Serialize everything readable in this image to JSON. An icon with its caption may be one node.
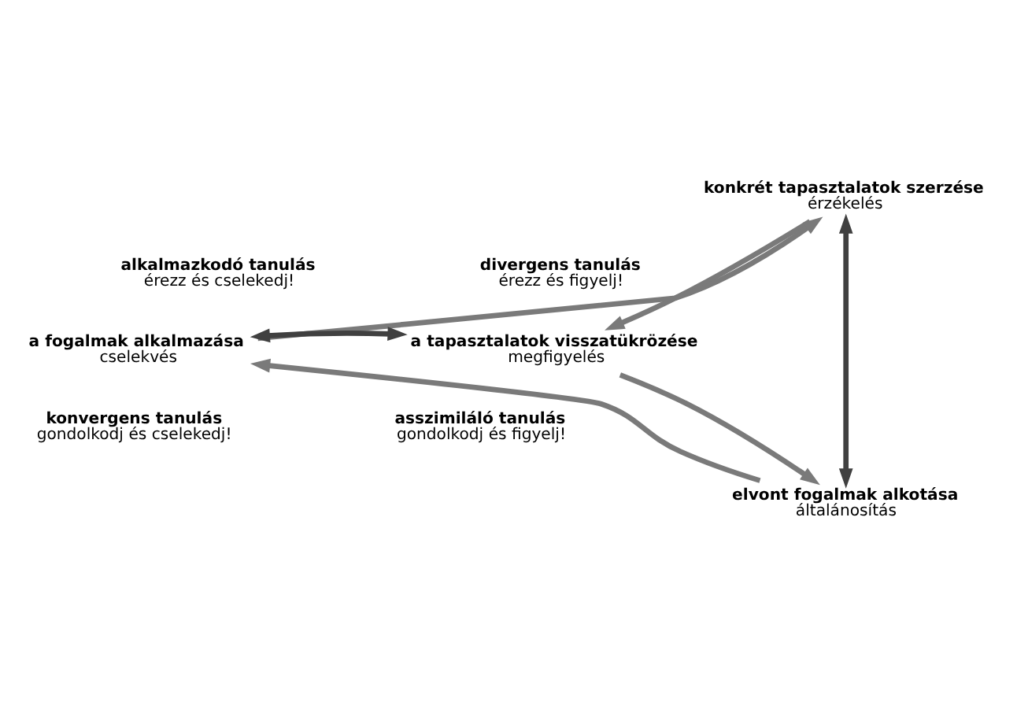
{
  "diagram": {
    "nodes": [
      {
        "text": [
          "konkrét tapasztalatok szerzése",
          "érzékelés"
        ]
      },
      {
        "text": [
          "alkalmazkodó tanulás",
          "érezz és cselekedj!"
        ]
      },
      {
        "text": [
          "divergens tanulás",
          "érezz és figyelj!"
        ]
      },
      {
        "text": [
          "a fogalmak alkalmazása",
          "cselekvés"
        ]
      },
      {
        "text": [
          "a tapasztalatok visszatükrözése",
          "megfigyelés"
        ]
      },
      {
        "text": [
          "konvergens tanulás",
          "gondolkodj és cselekedj!"
        ]
      },
      {
        "text": [
          "asszimiláló tanulás",
          "gondolkodj és figyelj!"
        ]
      },
      {
        "text": [
          "elvont fogalmak alkotása",
          "általánosítás"
        ]
      }
    ],
    "edges": [
      {
        "from": 0,
        "to": 7,
        "arrow": "both",
        "color": "#404040"
      },
      {
        "from": 3,
        "to": 4,
        "arrow": "both",
        "color": "#404040"
      },
      {
        "from": 0,
        "to": 4,
        "arrow": "to"
      },
      {
        "from": 4,
        "to": 7,
        "arrow": "to"
      },
      {
        "from": 7,
        "to": 3,
        "arrow": "to"
      },
      {
        "from": 3,
        "to": 0,
        "arrow": "to"
      }
    ]
  }
}
